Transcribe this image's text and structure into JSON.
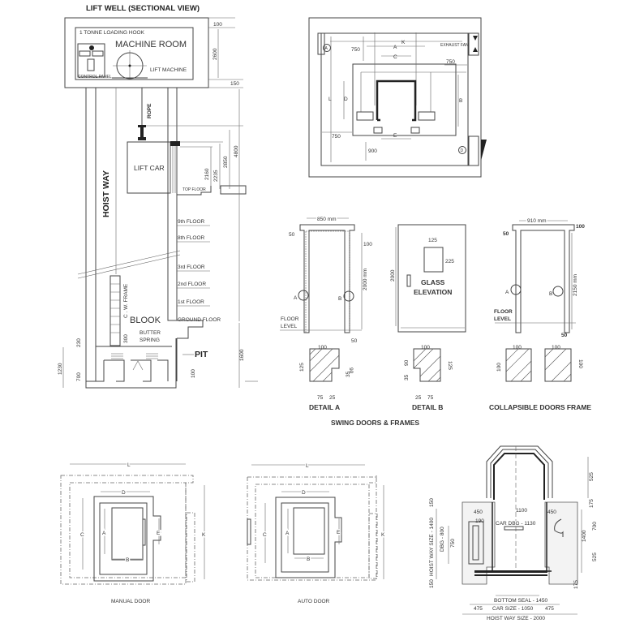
{
  "section": {
    "title": "LIFT WELL (SECTIONAL VIEW)",
    "loading_hook": "1 TONNE LOADING HOOK",
    "machine_room": "MACHINE ROOM",
    "control_panel": "CONTROL PANEL",
    "lift_machine": "LIFT MACHINE",
    "rope": "ROPE",
    "hoist_way": "HOIST WAY",
    "lift_car": "LIFT CAR",
    "top_floor": "TOP FLOOR",
    "floors": [
      "9th FLOOR",
      "8th FLOOR",
      "3rd FLOOR",
      "2nd FLOOR",
      "1st FLOOR",
      "GROUND FLOOR"
    ],
    "cw_frame": "C . W. FRAME",
    "blook": "BLOOK",
    "butter_spring": [
      "BUTTER",
      "SPRING"
    ],
    "pit": "PIT",
    "dims": {
      "d100": "100",
      "d2600": "2600",
      "d150": "150",
      "d4800": "4800",
      "d2850": "2850",
      "d2235": "2235",
      "d2160": "2160",
      "d230": "230",
      "d1230": "1230",
      "d700": "700",
      "d300": "300",
      "d100b": "100",
      "d1600": "1600"
    }
  },
  "plan": {
    "K": "K",
    "A": "A",
    "C": "C",
    "D": "D",
    "B": "B",
    "E": "E",
    "L": "L",
    "d750a": "750",
    "d750b": "750",
    "d750c": "750",
    "d900": "900",
    "exhaust_fan": "EXHAUST FAN",
    "corner_a": "A",
    "corner_d": "D"
  },
  "swing": {
    "width": "850 mm",
    "d50a": "50",
    "d100": "100",
    "height": "2000 mm",
    "mark_a": "A",
    "mark_b": "B",
    "floor_level": [
      "FLOOR",
      "LEVEL"
    ],
    "d50b": "50"
  },
  "glass": {
    "height": "2000",
    "w125": "125",
    "h225": "225",
    "label": [
      "GLASS",
      "ELEVATION"
    ]
  },
  "collapsible": {
    "width": "910 mm",
    "d100": "100",
    "d50a": "50",
    "height": "2150 mm",
    "mark_a": "A",
    "mark_b": "B",
    "floor_level": [
      "FLOOR",
      "LEVEL"
    ],
    "d50b": "50"
  },
  "details": {
    "a": {
      "w": "100",
      "h": "125",
      "h2": "90",
      "h3": "35",
      "b1": "75",
      "b2": "25",
      "caption": "DETAIL A"
    },
    "b": {
      "w": "100",
      "h": "125",
      "h2": "90",
      "h3": "35",
      "b1": "25",
      "b2": "75",
      "caption": "DETAIL B"
    },
    "c": {
      "w1": "100",
      "w2": "100",
      "h1": "100",
      "h2": "100",
      "caption": "COLLAPSIBLE DOORS FRAME"
    },
    "group_caption": "SWING DOORS & FRAMES"
  },
  "manual": {
    "L": "L",
    "D": "D",
    "C": "C",
    "A": "A",
    "E": "E",
    "K": "K",
    "B": "B",
    "caption": "MANUAL DOOR"
  },
  "auto": {
    "L": "L",
    "D": "D",
    "C": "C",
    "A": "A",
    "E": "E",
    "K": "K",
    "B": "B",
    "caption": "AUTO DOOR"
  },
  "car_plan": {
    "d525a": "525",
    "d175a": "175",
    "d150a": "150",
    "d450a": "450",
    "d1100": "1100",
    "d450b": "450",
    "d190": "190",
    "car_dbg": "CAR DBG - 1130",
    "hoist_1400": "HOIST WAY SIZE - 1400",
    "dbg_800": "DBG - 800",
    "d750": "750",
    "d700": "700",
    "d1400": "1400",
    "d525b": "525",
    "d150b": "150",
    "d175b": "175",
    "bottom_seal": "BOTTOM SEAL - 1450",
    "d475a": "475",
    "car_size": "CAR SIZE - 1050",
    "d475b": "475",
    "hoist_2000": "HOIST WAY SIZE - 2000"
  }
}
